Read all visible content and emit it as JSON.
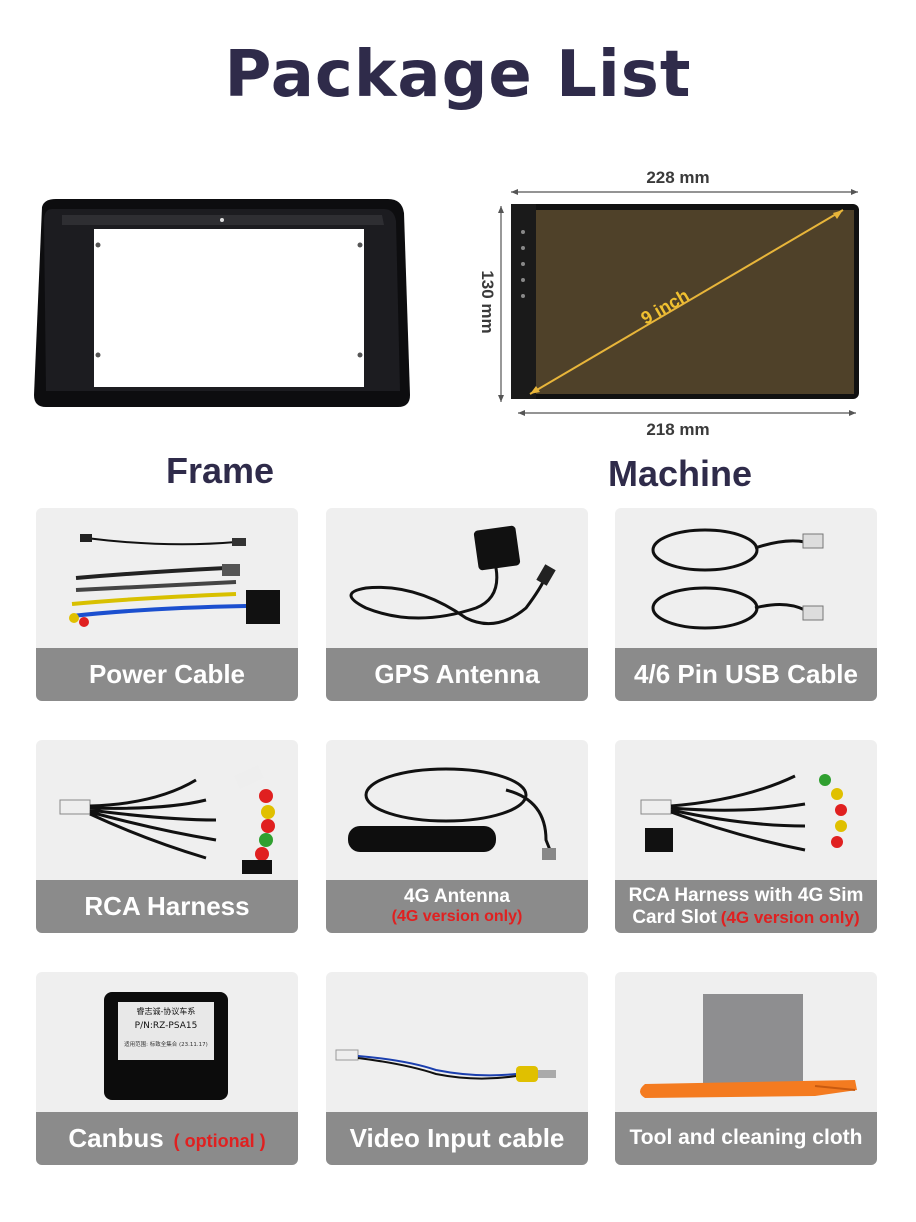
{
  "title": "Package List",
  "frame": {
    "label": "Frame"
  },
  "machine": {
    "label": "Machine",
    "width_top": "228 mm",
    "width_bottom": "218 mm",
    "height": "130 mm",
    "diagonal": "9 inch"
  },
  "items": [
    {
      "label": "Power Cable"
    },
    {
      "label": "GPS Antenna"
    },
    {
      "label": "4/6 Pin USB Cable"
    },
    {
      "label": "RCA Harness"
    },
    {
      "label": "4G Antenna",
      "note": "(4G version only)"
    },
    {
      "label_line1": "RCA Harness with 4G Sim",
      "label_line2": "Card Slot",
      "note": "(4G version only)"
    },
    {
      "label": "Canbus",
      "note": "( optional )",
      "device_text": [
        "睿志诚-协议车系",
        "P/N:RZ-PSA15",
        "适用范围: 标致全集合 (23.11.17)"
      ]
    },
    {
      "label": "Video Input cable"
    },
    {
      "label": "Tool and cleaning cloth"
    }
  ]
}
